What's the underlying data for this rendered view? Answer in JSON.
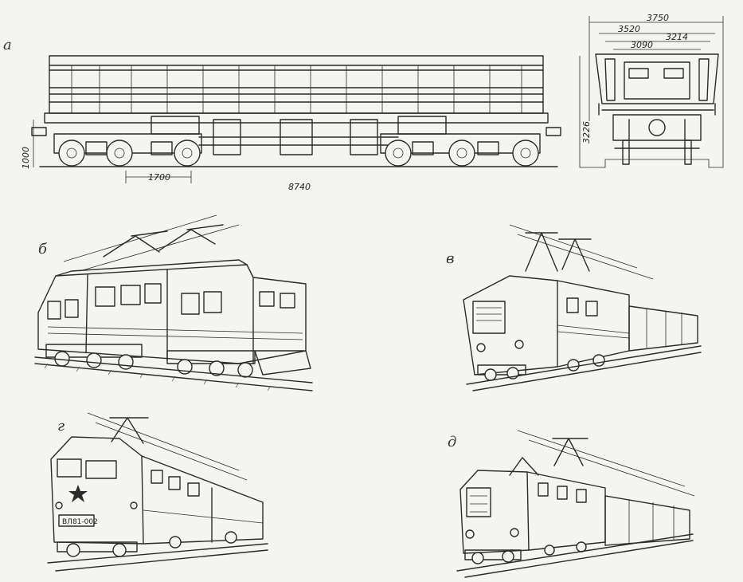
{
  "panels": {
    "a": {
      "label": "а"
    },
    "b": {
      "label": "б"
    },
    "v": {
      "label": "в"
    },
    "g": {
      "label": "г"
    },
    "d": {
      "label": "д"
    }
  },
  "dimensions": {
    "side_height": "1000",
    "bogie_base": "1700",
    "length": "8740",
    "width_overall": "3750",
    "width_3520": "3520",
    "width_3214": "3214",
    "width_3090": "3090",
    "height_end": "3226"
  },
  "loco_plate": "ВЛ81-002"
}
